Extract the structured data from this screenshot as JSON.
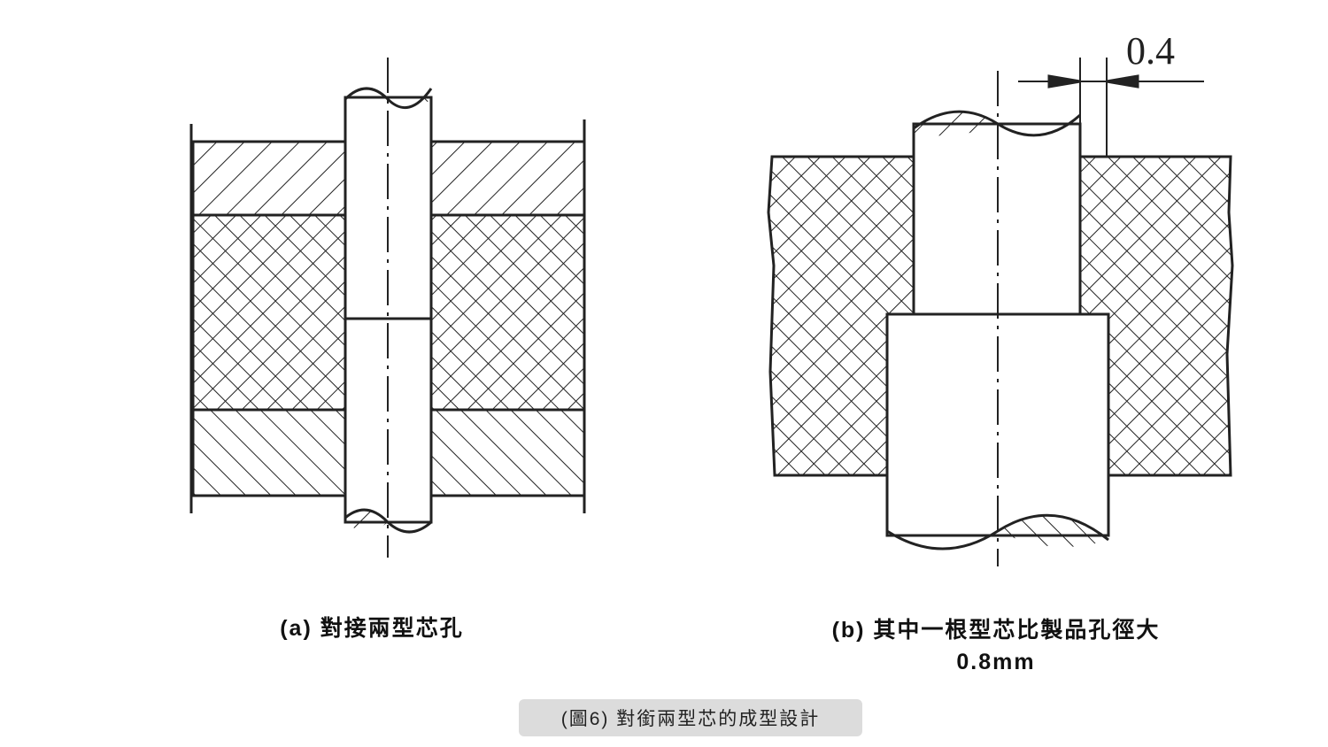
{
  "figure": {
    "caption_a": "(a)  對接兩型芯孔",
    "caption_b_line1": "(b)  其中一根型芯比製品孔徑大",
    "caption_b_line2": "0.8mm",
    "dimension_label": "0.4",
    "title": "(圖6)  對銜兩型芯的成型設計"
  }
}
